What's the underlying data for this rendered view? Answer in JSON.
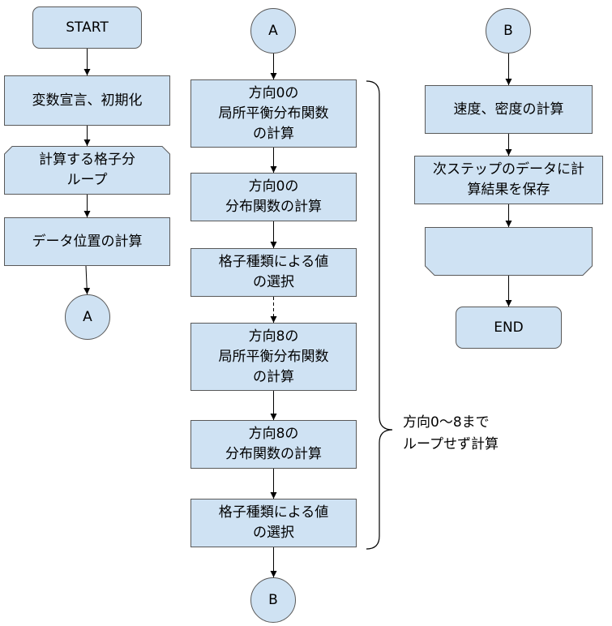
{
  "flowchart": {
    "left": {
      "start": "START",
      "init": "変数宣言、初期化",
      "loop_start": "計算する格子分\nループ",
      "data_position": "データ位置の計算",
      "connector_out": "A"
    },
    "middle": {
      "connector_in": "A",
      "dir0_equilibrium": "方向0の\n局所平衡分布関数\nの計算",
      "dir0_distribution": "方向0の\n分布関数の計算",
      "dir0_select": "格子種類による値\nの選択",
      "dir8_equilibrium": "方向8の\n局所平衡分布関数\nの計算",
      "dir8_distribution": "方向8の\n分布関数の計算",
      "dir8_select": "格子種類による値\nの選択",
      "connector_out": "B",
      "brace_note": "方向0～8まで\nループせず計算"
    },
    "right": {
      "connector_in": "B",
      "velocity_density": "速度、密度の計算",
      "save_results": "次ステップのデータに計\n算結果を保存",
      "end": "END"
    }
  },
  "colors": {
    "shape_fill": "#cfe2f3",
    "shape_border": "#595959",
    "line": "#000000"
  }
}
